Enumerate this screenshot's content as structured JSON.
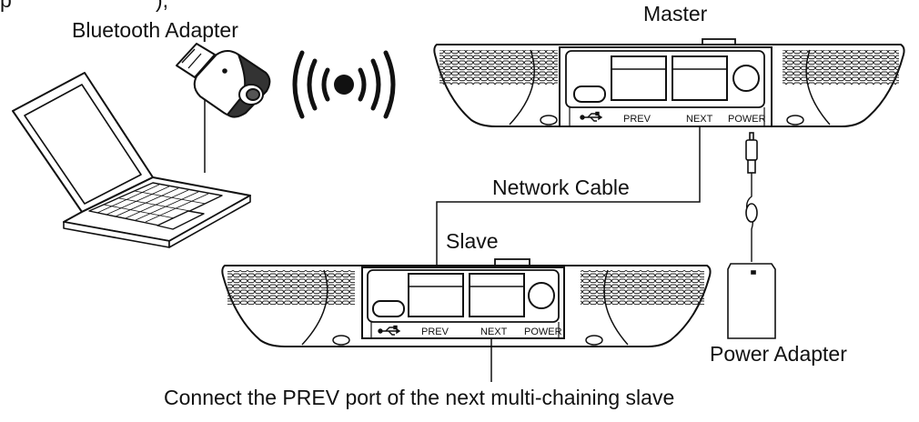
{
  "labels": {
    "top_fragment": "p",
    "top_fragment_2": "),",
    "bluetooth_adapter": "Bluetooth Adapter",
    "master": "Master",
    "network_cable": "Network Cable",
    "slave": "Slave",
    "power_adapter": "Power Adapter",
    "connect_note": "Connect the PREV port of the next multi-chaining slave"
  },
  "ports": {
    "prev": "PREV",
    "next": "NEXT",
    "power": "POWER"
  },
  "icons": {
    "usb": "usb-icon",
    "wireless": "wireless-signal-icon",
    "laptop": "laptop-icon",
    "dongle": "bluetooth-dongle-icon",
    "power_brick": "power-adapter-icon"
  }
}
